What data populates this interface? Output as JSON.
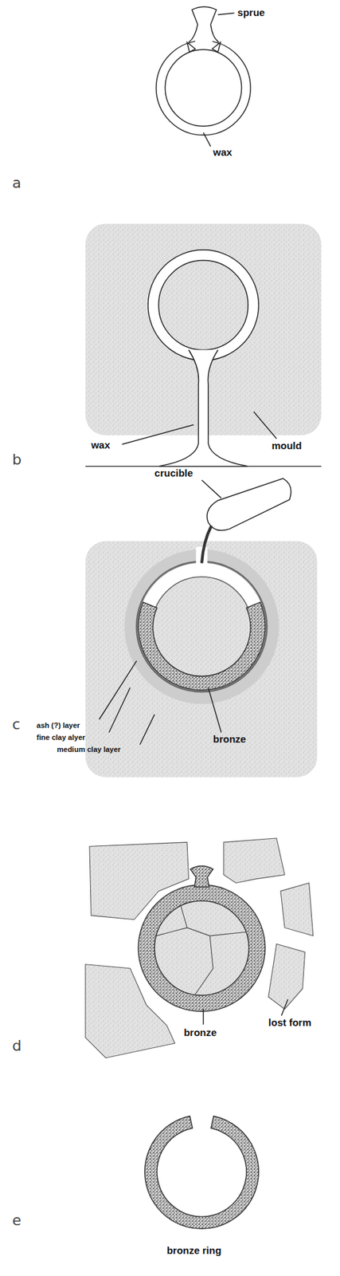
{
  "diagram": {
    "labels": [
      "sprue",
      "wax",
      "a",
      "wax",
      "mould",
      "b",
      "crucible",
      "c",
      "ash (?) layer",
      "fine clay alyer",
      "medium clay layer",
      "bronze",
      "lost form",
      "bronze",
      "d",
      "e",
      "bronze ring"
    ]
  }
}
